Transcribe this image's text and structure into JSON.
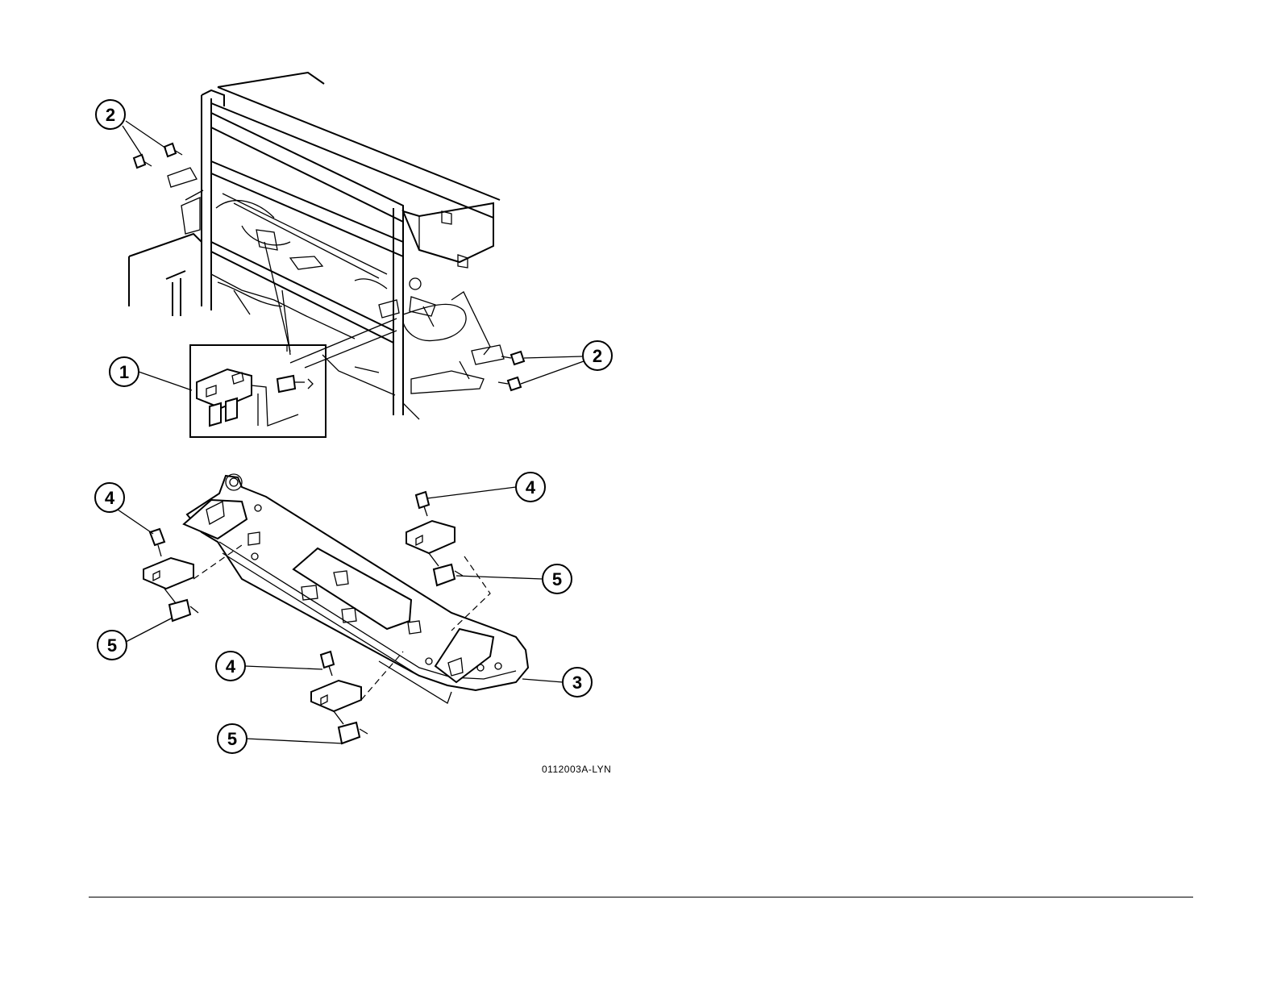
{
  "figure": {
    "id_label": "0112003A-LYN",
    "callouts": [
      "1",
      "2",
      "2",
      "3",
      "4",
      "4",
      "4",
      "5",
      "5",
      "5"
    ]
  },
  "colors": {
    "ink": "#000000",
    "paper": "#ffffff"
  }
}
